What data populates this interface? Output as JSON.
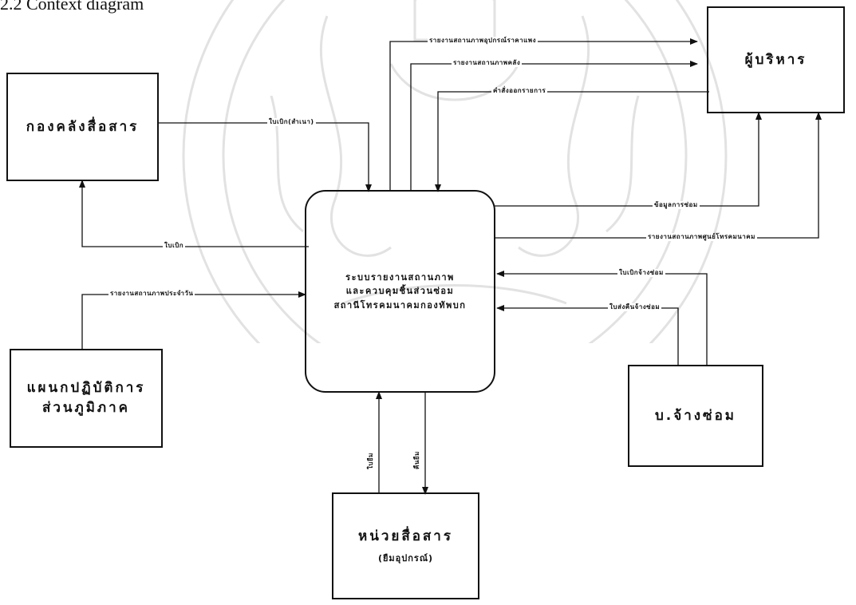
{
  "page": {
    "heading": "2.2 Context diagram"
  },
  "entities": {
    "supply_depot": "กองคลังสื่อสาร",
    "executives": "ผู้บริหาร",
    "regional_ops": [
      "แผนกปฏิบัติการ",
      "ส่วนภูมิภาค"
    ],
    "repair_contractor": "บ.จ้างซ่อม",
    "comm_unit": {
      "name": "หน่วยสื่อสาร",
      "note": "(ยืมอุปกรณ์)"
    }
  },
  "process": {
    "lines": [
      "ระบบรายงานสถานภาพ",
      "และควบคุมชิ้นส่วนซ่อม",
      "สถานีโทรคมนาคมกองทัพบก"
    ]
  },
  "flows": {
    "equipment_status_report": "รายงานสถานภาพอุปกรณ์ราคาแพง",
    "warehouse_status_report": "รายงานสถานภาพคลัง",
    "purchase_order": "คำสั่งออกรายการ",
    "requisition_copy": "ใบเบิก(สำเนา)",
    "requisition": "ใบเบิก",
    "daily_status_report": "รายงานสถานภาพประจำวัน",
    "repair_data": "ข้อมูลการซ่อม",
    "center_status_report": "รายงานสถานภาพศูนย์โทรคมนาคม",
    "repair_requisition": "ใบเบิกจ้างซ่อม",
    "repair_return": "ใบส่งคืนจ้างซ่อม",
    "loan_slip": "ใบยืม",
    "return_slip": "คืนยืม"
  }
}
